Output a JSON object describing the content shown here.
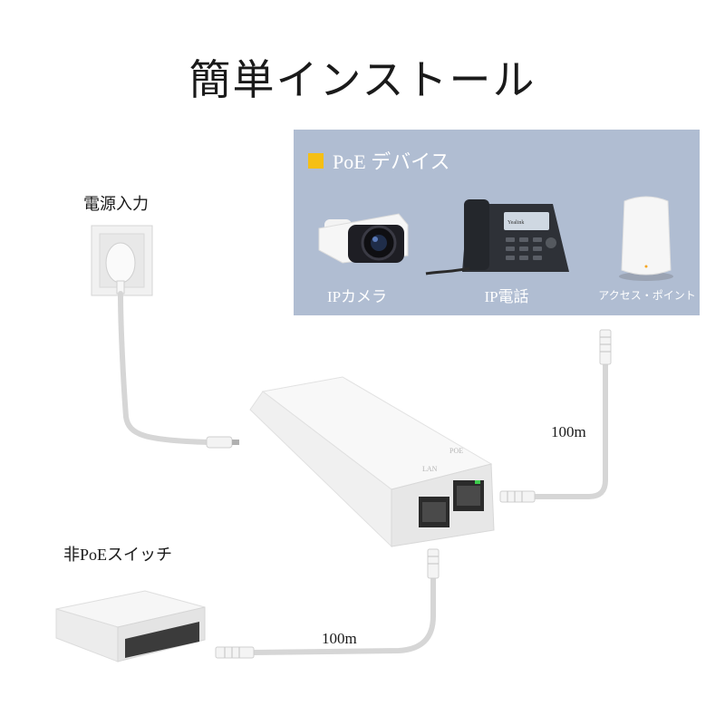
{
  "title": "簡単インストール",
  "power_label": "電源入力",
  "switch_label": "非PoEスイッチ",
  "poe_panel": {
    "title": "PoE デバイス",
    "devices": [
      {
        "label": "IPカメラ"
      },
      {
        "label": "IP電話"
      },
      {
        "label": "アクセス・ポイント"
      }
    ]
  },
  "cable_lengths": {
    "device_side": "100m",
    "switch_side": "100m"
  },
  "injector_ports": {
    "left": "LAN",
    "right": "POE"
  },
  "phone_screen": "Yealink",
  "colors": {
    "panel": "#b0bdd2",
    "marker": "#f5bf14",
    "cable": "#d6d6d6",
    "device_white": "#f1f1f1"
  }
}
